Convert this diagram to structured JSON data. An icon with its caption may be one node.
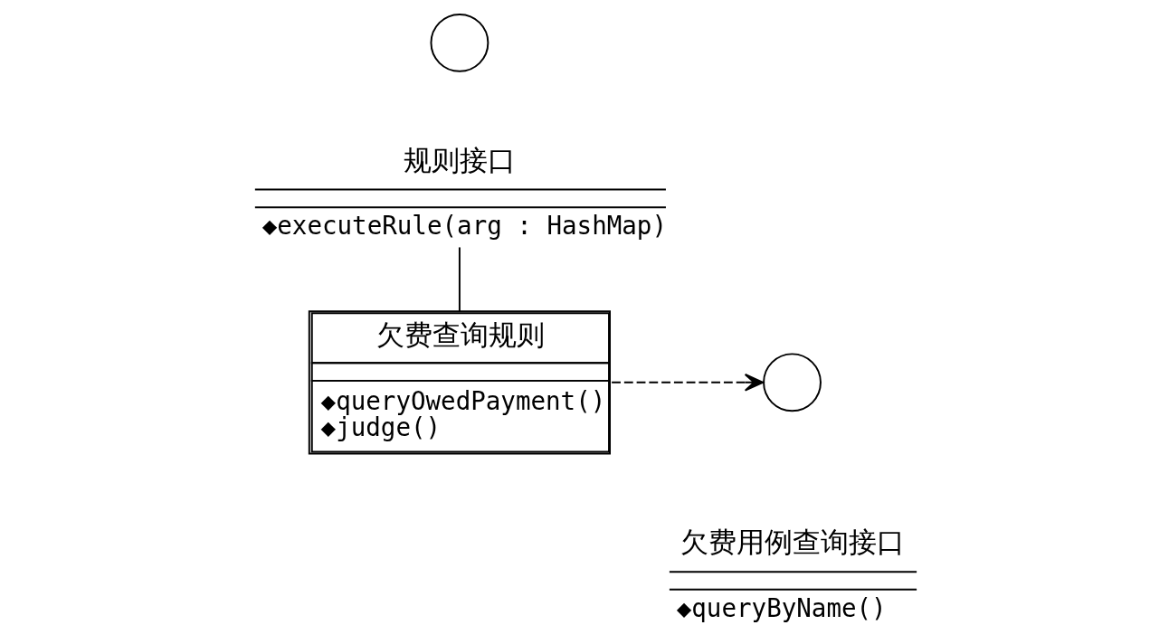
{
  "diagram": {
    "nodes": [
      {
        "text": [],
        "shape": "circle"
      },
      {
        "text": [
          "规则接口",
          "◆executeRule(arg : HashMap)"
        ]
      },
      {
        "text": [
          "欠费查询规则",
          "◆queryOwedPayment()",
          "◆judge()"
        ]
      },
      {
        "text": [],
        "shape": "circle"
      },
      {
        "text": [
          "欠费用例查询接口",
          "◆queryByName()"
        ]
      }
    ],
    "edges": [
      {
        "from": 2,
        "to": 1,
        "arrow": "none"
      },
      {
        "from": 2,
        "to": 3,
        "arrow": "to",
        "style": "dashed"
      }
    ]
  }
}
